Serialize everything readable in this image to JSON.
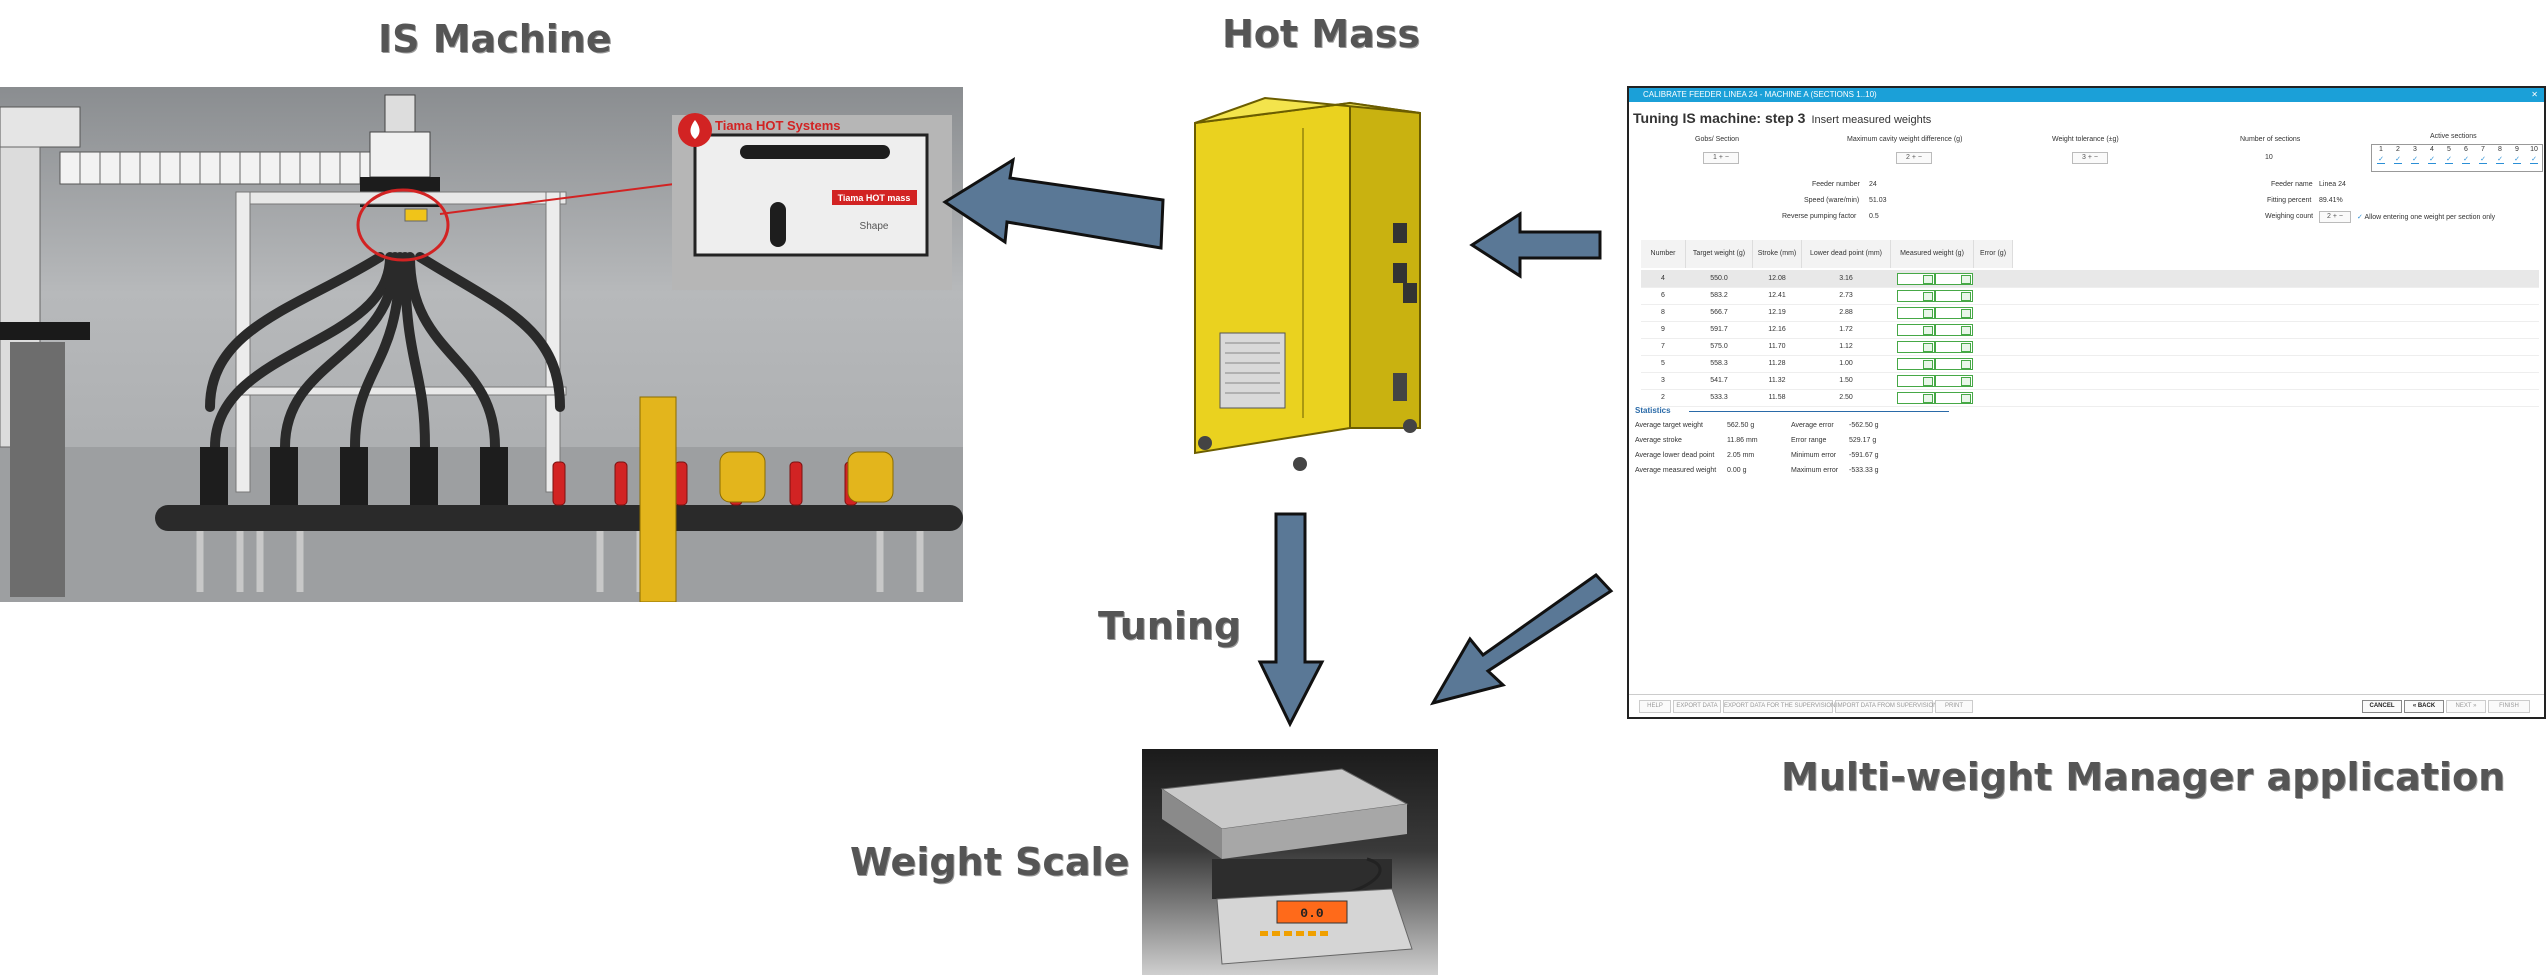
{
  "titles": {
    "is_machine": "IS Machine",
    "hot_mass": "Hot Mass",
    "tuning": "Tuning",
    "weight_scale": "Weight Scale",
    "app": "Multi-weight Manager application"
  },
  "colors": {
    "arrow_fill": "#5a7896",
    "arrow_stroke": "#111111",
    "title": "#555555",
    "cabinet": "#e6cf1c",
    "accent_red": "#d22323"
  },
  "is_machine": {
    "logo_text": "Tiama HOT Systems",
    "badge": "Tiama HOT mass",
    "shape_label": "Shape",
    "logo_icon": "flame-icon"
  },
  "scale": {
    "display": "0.0"
  },
  "app": {
    "window_title": "CALIBRATE FEEDER LINEA 24 - MACHINE A (SECTIONS 1..10)",
    "heading": "Tuning IS machine: step 3",
    "subheading": "Insert measured weights",
    "params": {
      "gobs_label": "Gobs/ Section",
      "gobs_value": "1",
      "max_diff_label": "Maximum cavity weight difference (g)",
      "max_diff_value": "2",
      "tolerance_label": "Weight tolerance (±g)",
      "tolerance_value": "3",
      "sections_label": "Number of sections",
      "sections_value": "10",
      "active_label": "Active sections",
      "active": [
        "1",
        "2",
        "3",
        "4",
        "5",
        "6",
        "7",
        "8",
        "9",
        "10"
      ]
    },
    "info": {
      "feeder_number_label": "Feeder number",
      "feeder_number": "24",
      "speed_label": "Speed (ware/min)",
      "speed": "51.03",
      "reverse_label": "Reverse pumping factor",
      "reverse": "0.5",
      "feeder_name_label": "Feeder name",
      "feeder_name": "Linea 24",
      "fitting_label": "Fitting percent",
      "fitting": "89.41%",
      "weighing_label": "Weighing count",
      "weighing": "2",
      "allow_label": "Allow entering one weight per section only"
    },
    "table": {
      "headers": [
        "Number",
        "Target weight (g)",
        "Stroke (mm)",
        "Lower dead point (mm)",
        "Measured weight (g)",
        "Error (g)"
      ],
      "rows": [
        [
          "4",
          "550.0",
          "12.08",
          "3.16"
        ],
        [
          "6",
          "583.2",
          "12.41",
          "2.73"
        ],
        [
          "8",
          "566.7",
          "12.19",
          "2.88"
        ],
        [
          "9",
          "591.7",
          "12.16",
          "1.72"
        ],
        [
          "7",
          "575.0",
          "11.70",
          "1.12"
        ],
        [
          "5",
          "558.3",
          "11.28",
          "1.00"
        ],
        [
          "3",
          "541.7",
          "11.32",
          "1.50"
        ],
        [
          "2",
          "533.3",
          "11.58",
          "2.50"
        ]
      ]
    },
    "stats": {
      "title": "Statistics",
      "left": [
        [
          "Average target weight",
          "562.50 g"
        ],
        [
          "Average stroke",
          "11.86 mm"
        ],
        [
          "Average lower dead point",
          "2.05 mm"
        ],
        [
          "Average measured weight",
          "0.00 g"
        ]
      ],
      "right": [
        [
          "Average error",
          "-562.50 g"
        ],
        [
          "Error range",
          "529.17 g"
        ],
        [
          "Minimum error",
          "-591.67 g"
        ],
        [
          "Maximum error",
          "-533.33 g"
        ]
      ]
    },
    "footer": {
      "help": "HELP",
      "export": "EXPORT DATA",
      "export_sup": "EXPORT DATA FOR THE SUPERVISION",
      "import_sup": "IMPORT DATA FROM SUPERVISION",
      "print": "PRINT",
      "cancel": "CANCEL",
      "back": "« BACK",
      "next": "NEXT »",
      "finish": "FINISH"
    }
  }
}
